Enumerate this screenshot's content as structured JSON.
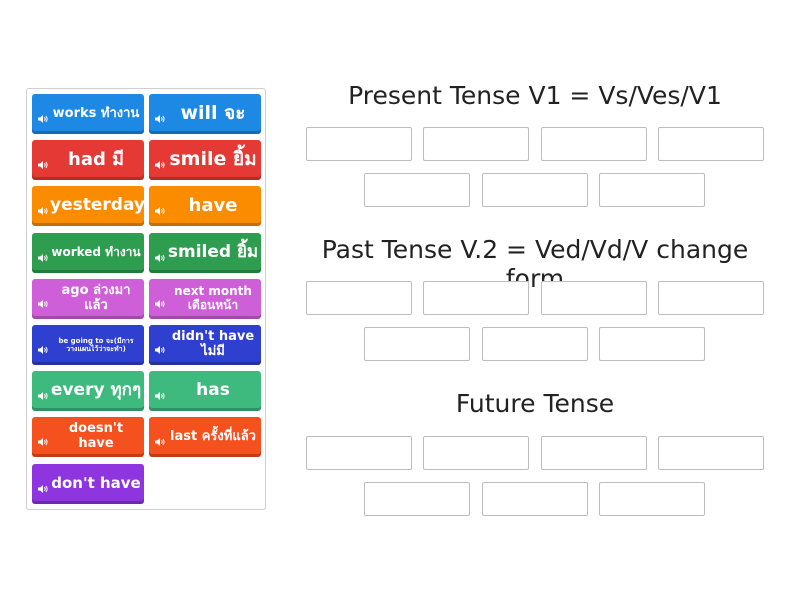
{
  "tray": {
    "tiles": [
      {
        "text": "works ทำงาน",
        "color": "#1e88e5",
        "icon": "speaker-icon"
      },
      {
        "text": "will จะ",
        "color": "#1e88e5",
        "icon": "speaker-icon"
      },
      {
        "text": "had มี",
        "color": "#e53935",
        "icon": "speaker-icon"
      },
      {
        "text": "smile ยิ้ม",
        "color": "#e53935",
        "icon": "speaker-icon"
      },
      {
        "text": "yesterday",
        "color": "#fb8c00",
        "icon": "speaker-icon"
      },
      {
        "text": "have",
        "color": "#fb8c00",
        "icon": "speaker-icon"
      },
      {
        "text": "worked ทำงาน",
        "color": "#2e9d4f",
        "icon": "speaker-icon"
      },
      {
        "text": "smiled ยิ้ม",
        "color": "#2e9d4f",
        "icon": "speaker-icon"
      },
      {
        "text": "ago ล่วงมาแล้ว",
        "color": "#cf5fd8",
        "icon": "speaker-icon"
      },
      {
        "text": "next month เดือนหน้า",
        "color": "#cf5fd8",
        "icon": "speaker-icon"
      },
      {
        "text": "be going to จะ(มีการวางแผนไว้ว่าจะทำ)",
        "color": "#2f3fcf",
        "icon": "speaker-icon"
      },
      {
        "text": "didn't have ไม่มี",
        "color": "#2f3fcf",
        "icon": "speaker-icon"
      },
      {
        "text": "every ทุกๆ",
        "color": "#3fba7e",
        "icon": "speaker-icon"
      },
      {
        "text": "has",
        "color": "#3fba7e",
        "icon": "speaker-icon"
      },
      {
        "text": "doesn't have",
        "color": "#f4511e",
        "icon": "speaker-icon"
      },
      {
        "text": "last ครั้งที่แล้ว",
        "color": "#f4511e",
        "icon": "speaker-icon"
      },
      {
        "text": "don't have",
        "color": "#8e35e0",
        "icon": "speaker-icon"
      }
    ]
  },
  "groups": [
    {
      "title": "Present Tense V1 = Vs/Ves/V1"
    },
    {
      "title": "Past Tense V.2 = Ved/Vd/V change form"
    },
    {
      "title": "Future Tense"
    }
  ]
}
